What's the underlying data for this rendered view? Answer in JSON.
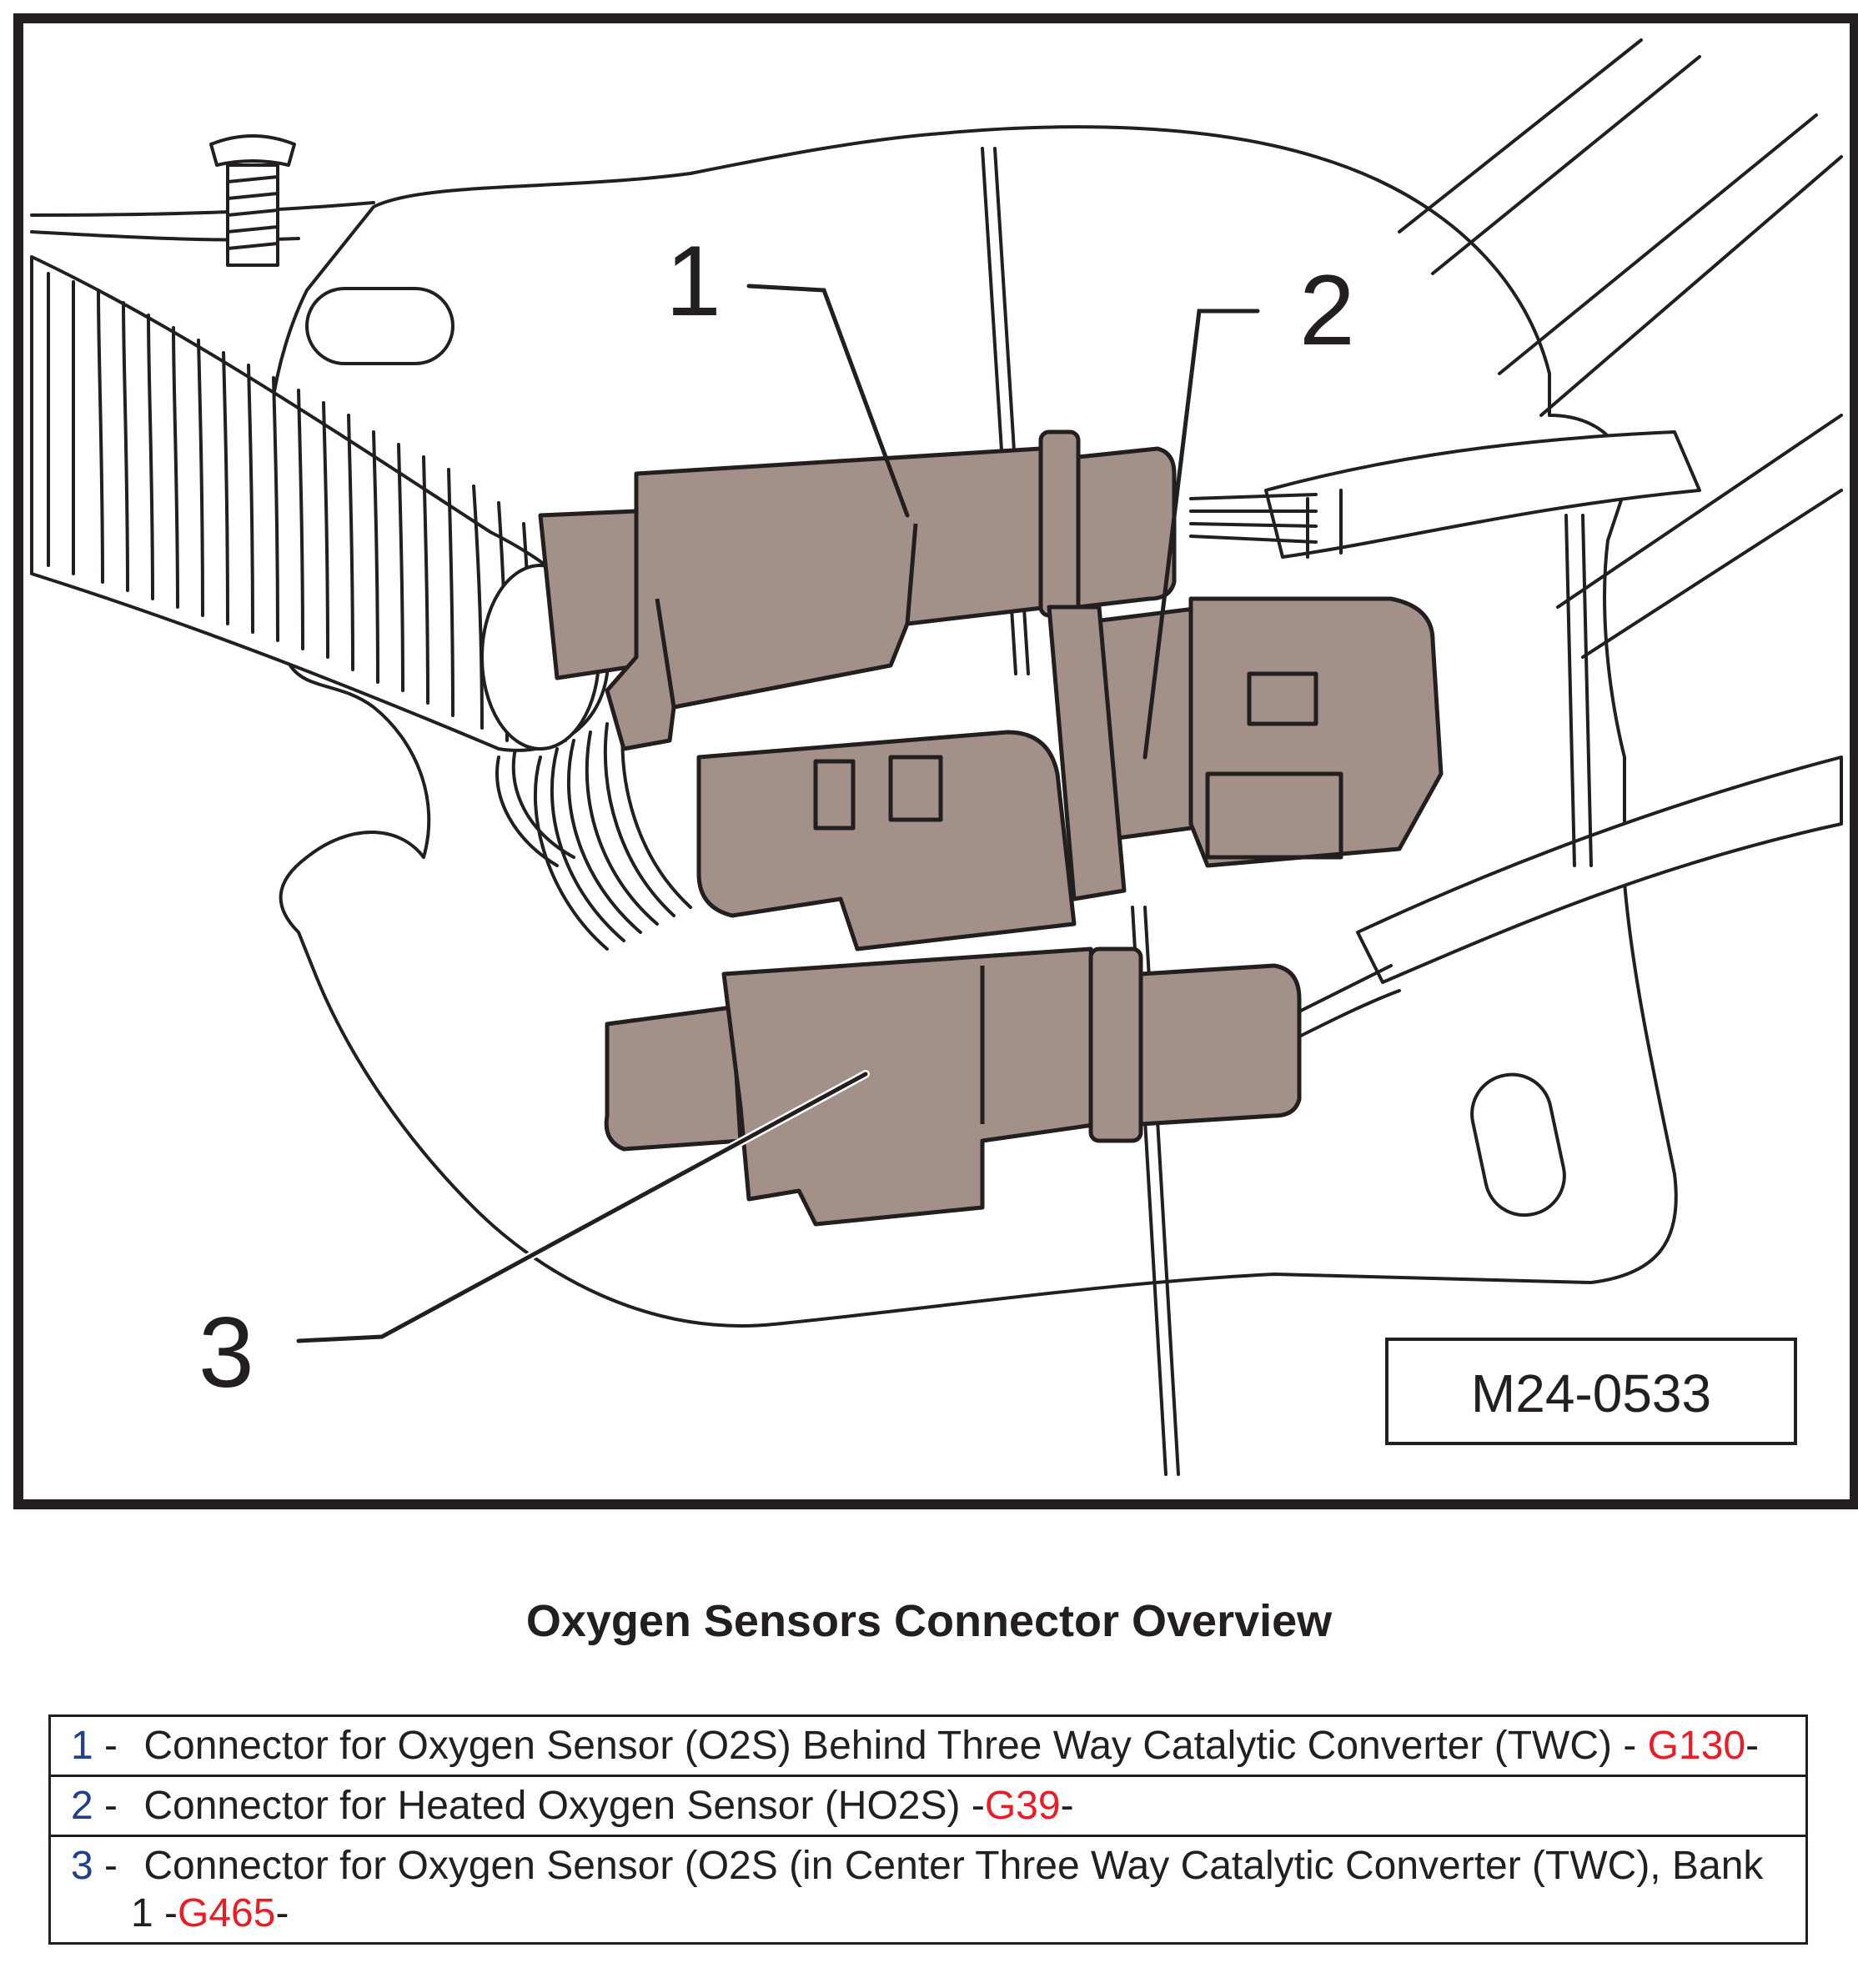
{
  "figure": {
    "reference_code": "M24-0533",
    "callouts": [
      "1",
      "2",
      "3"
    ]
  },
  "caption": "Oxygen Sensors Connector Overview",
  "legend": [
    {
      "number": "1",
      "separator": "-",
      "text_before": "Connector for Oxygen Sensor (O2S) Behind Three Way Catalytic Converter (TWC) - ",
      "code": "G130",
      "text_after": "-"
    },
    {
      "number": "2",
      "separator": "-",
      "text_before": "Connector for Heated Oxygen Sensor (HO2S) -",
      "code": "G39",
      "text_after": "-"
    },
    {
      "number": "3",
      "separator": "-",
      "text_before": "Connector for Oxygen Sensor (O2S (in Center Three Way Catalytic Converter (TWC), Bank 1 -",
      "code": "G465",
      "text_after": "-"
    }
  ],
  "colors": {
    "connector_fill": "#a39189",
    "line": "#231f20",
    "number_blue": "#1f3f8f",
    "code_red": "#ed1c24"
  }
}
